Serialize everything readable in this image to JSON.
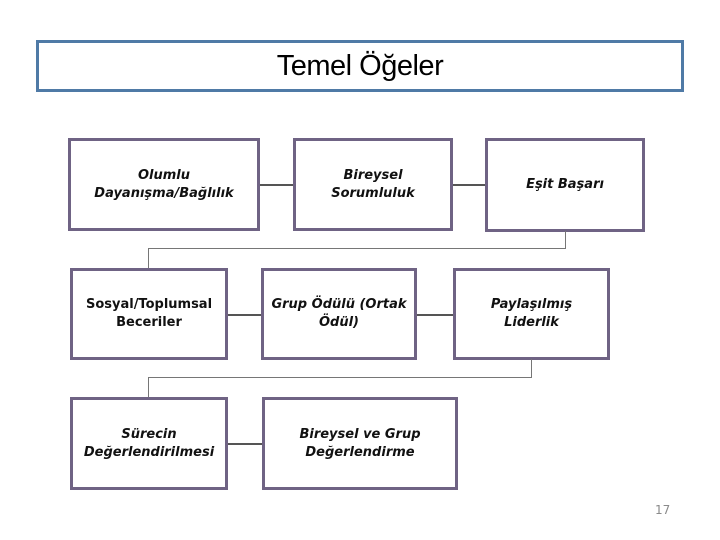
{
  "slide": {
    "title": "Temel Öğeler",
    "page_number": "17"
  },
  "colors": {
    "title_border": "#4f7aa6",
    "box_border": "#6f6384",
    "connector": "#555555",
    "elbow": "#767676",
    "text": "#111111",
    "page_number": "#8a8a8a",
    "background": "#ffffff"
  },
  "diagram": {
    "boxes": [
      {
        "id": "olumlu-dayanisma",
        "label": "Olumlu Dayanışma/Bağlılık"
      },
      {
        "id": "bireysel-sorumluluk",
        "label": "Bireysel Sorumluluk"
      },
      {
        "id": "esit-basari",
        "label": "Eşit Başarı"
      },
      {
        "id": "sosyal-toplumsal-beceriler",
        "label": "Sosyal/Toplumsal Beceriler"
      },
      {
        "id": "grup-odulu",
        "label": "Grup Ödülü (Ortak Ödül)"
      },
      {
        "id": "paylasilmis-liderlik",
        "label": "Paylaşılmış Liderlik"
      },
      {
        "id": "surecin-degerlendirilmesi",
        "label": "Sürecin Değerlendirilmesi"
      },
      {
        "id": "bireysel-ve-grup-degerlendirme",
        "label": "Bireysel ve Grup Değerlendirme"
      }
    ]
  }
}
